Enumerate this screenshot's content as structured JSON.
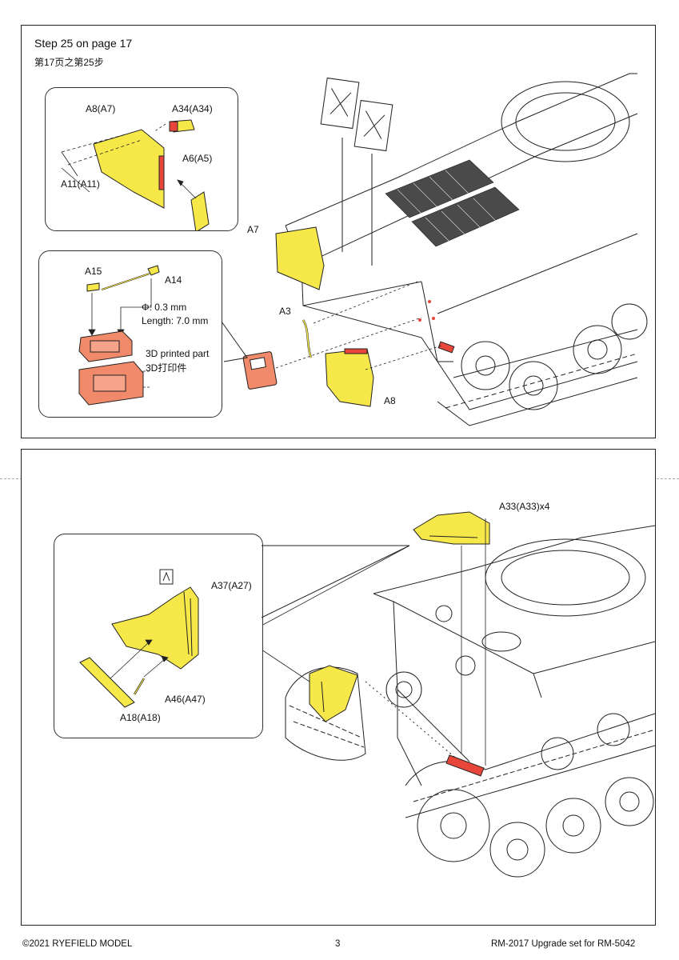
{
  "step": {
    "title": "Step 25 on page 17",
    "subtitle": "第17页之第25步"
  },
  "top_inset_1": {
    "labels": [
      "A8(A7)",
      "A34(A34)",
      "A6(A5)",
      "A11(A11)"
    ]
  },
  "top_inset_2": {
    "labels": [
      "A15",
      "A14"
    ],
    "diameter": "Φ: 0.3 mm",
    "length": "Length: 7.0 mm",
    "printed_en": "3D printed part",
    "printed_cn": "3D打印件"
  },
  "top_main": {
    "labels": [
      "A7",
      "A3",
      "A8"
    ]
  },
  "bottom_inset": {
    "labels": [
      "A37(A27)",
      "A46(A47)",
      "A18(A18)"
    ]
  },
  "bottom_main": {
    "label": "A33(A33)x4"
  },
  "footer": {
    "copyright": "©2021 RYEFIELD MODEL",
    "page_number": "3",
    "product": "RM-2017 Upgrade set for RM-5042"
  },
  "colors": {
    "part_yellow": "#f7e84a",
    "part_red": "#e8463a",
    "printed_orange": "#f08a6b",
    "line": "#222222"
  }
}
